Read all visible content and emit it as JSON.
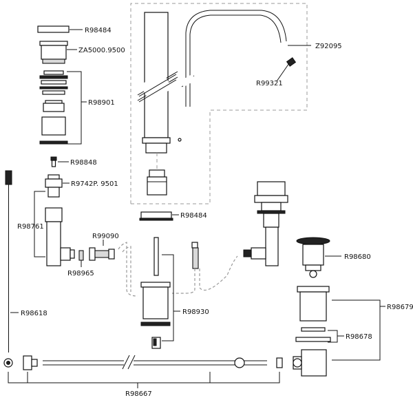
{
  "labels": {
    "R98484_top": "R98484",
    "ZA5000": "ZA5000.9500",
    "R98901": "R98901",
    "R98848": "R98848",
    "R9742P": "R9742P. 9501",
    "R98761": "R98761",
    "R98965": "R98965",
    "R99090": "R99090",
    "R98484_mid": "R98484",
    "R98930": "R98930",
    "R98618": "R98618",
    "R98667": "R98667",
    "Z92095": "Z92095",
    "R99321": "R99321",
    "R98680": "R98680",
    "R98679": "R98679",
    "R98678": "R98678"
  }
}
